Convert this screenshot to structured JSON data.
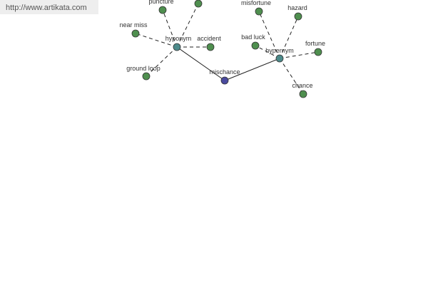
{
  "banner": {
    "url": "http://www.artikata.com"
  },
  "graph": {
    "colors": {
      "root": "#4a4a9e",
      "hub": "#4c8a8a",
      "leaf": "#4f8f4f"
    },
    "nodes": [
      {
        "id": "mischance",
        "label": "mischance",
        "kind": "root"
      },
      {
        "id": "hyponym",
        "label": "hyponym",
        "kind": "hub"
      },
      {
        "id": "hypernym",
        "label": "hypernym",
        "kind": "hub"
      },
      {
        "id": "puncture",
        "label": "puncture",
        "kind": "leaf"
      },
      {
        "id": "unlabeled",
        "label": "",
        "kind": "leaf"
      },
      {
        "id": "near-miss",
        "label": "near miss",
        "kind": "leaf"
      },
      {
        "id": "accident",
        "label": "accident",
        "kind": "leaf"
      },
      {
        "id": "ground-loop",
        "label": "ground loop",
        "kind": "leaf"
      },
      {
        "id": "misfortune",
        "label": "misfortune",
        "kind": "leaf"
      },
      {
        "id": "hazard",
        "label": "hazard",
        "kind": "leaf"
      },
      {
        "id": "bad-luck",
        "label": "bad luck",
        "kind": "leaf"
      },
      {
        "id": "fortune",
        "label": "fortune",
        "kind": "leaf"
      },
      {
        "id": "chance",
        "label": "chance",
        "kind": "leaf"
      }
    ],
    "edges": [
      {
        "from": "mischance",
        "to": "hyponym",
        "style": "solid"
      },
      {
        "from": "mischance",
        "to": "hypernym",
        "style": "solid"
      },
      {
        "from": "hyponym",
        "to": "puncture",
        "style": "dashed"
      },
      {
        "from": "hyponym",
        "to": "unlabeled",
        "style": "dashed"
      },
      {
        "from": "hyponym",
        "to": "near-miss",
        "style": "dashed"
      },
      {
        "from": "hyponym",
        "to": "accident",
        "style": "dashed"
      },
      {
        "from": "hyponym",
        "to": "ground-loop",
        "style": "dashed"
      },
      {
        "from": "hypernym",
        "to": "misfortune",
        "style": "dashed"
      },
      {
        "from": "hypernym",
        "to": "hazard",
        "style": "dashed"
      },
      {
        "from": "hypernym",
        "to": "bad-luck",
        "style": "dashed"
      },
      {
        "from": "hypernym",
        "to": "fortune",
        "style": "dashed"
      },
      {
        "from": "hypernym",
        "to": "chance",
        "style": "dashed"
      }
    ]
  }
}
